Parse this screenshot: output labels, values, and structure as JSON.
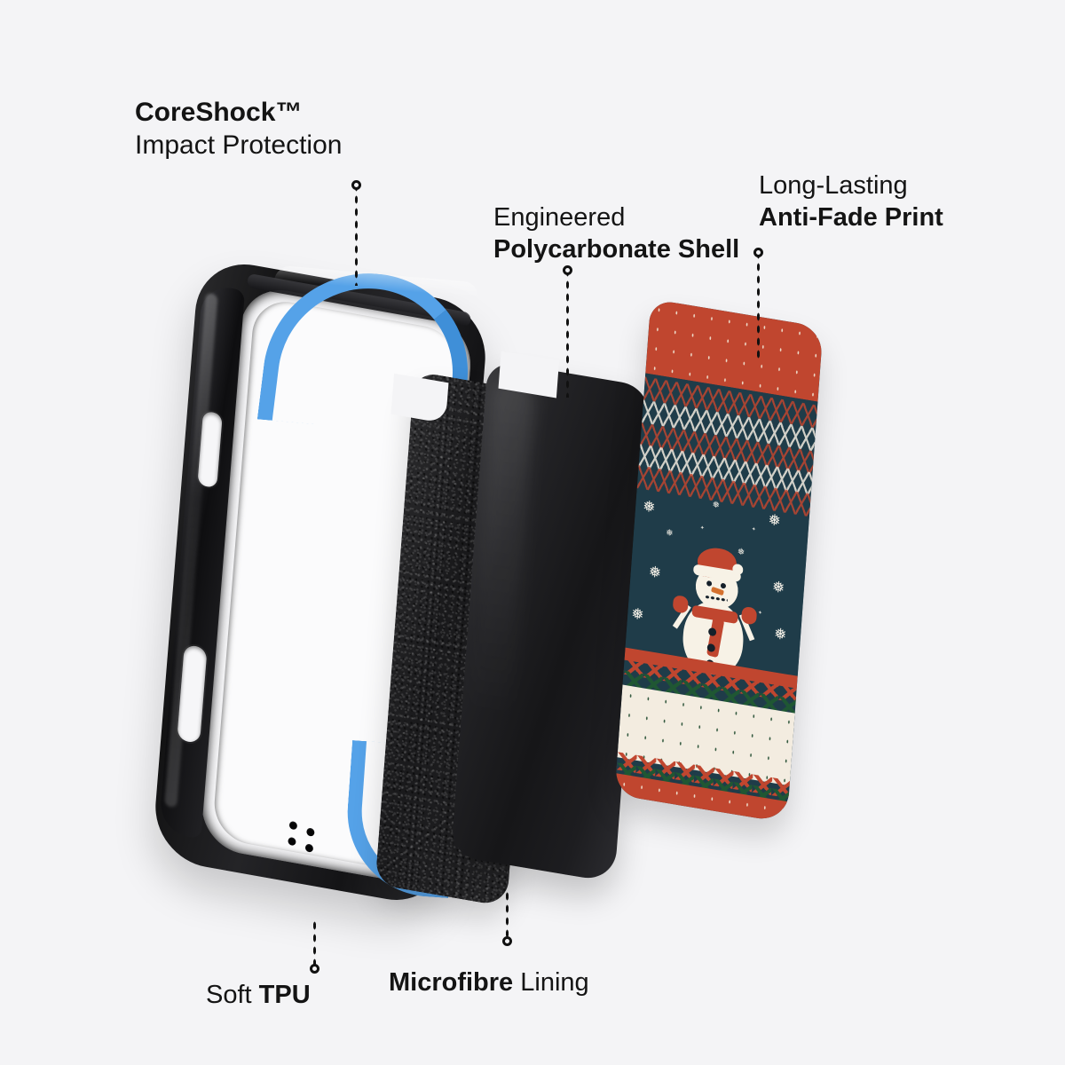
{
  "page": {
    "title": "Phone Case Exploded View Infographic",
    "background_color": "#f4f4f6"
  },
  "colors": {
    "text": "#141414",
    "tpu_blue": "#55a2e8",
    "case_black": "#1a1a1c",
    "print_red": "#c0462f",
    "print_teal": "#1f3c49",
    "print_cream": "#f3ece0",
    "print_green": "#1f5733"
  },
  "callouts": [
    {
      "id": "coreshock",
      "line1": "CoreShock™",
      "line1_weight": "bold",
      "line2": "Impact Protection",
      "line2_weight": "regular",
      "leader": "top-ring",
      "points_to": "tpu-bumper-strip"
    },
    {
      "id": "polycarbonate",
      "line1": "Engineered",
      "line1_weight": "regular",
      "line2": "Polycarbonate Shell",
      "line2_weight": "bold",
      "leader": "top-ring",
      "points_to": "polycarbonate-shell"
    },
    {
      "id": "antifade",
      "line1": "Long-Lasting",
      "line1_weight": "regular",
      "line2": "Anti-Fade Print",
      "line2_weight": "bold",
      "leader": "top-ring",
      "points_to": "printed-back-panel"
    },
    {
      "id": "tpu",
      "text_regular": "Soft ",
      "text_bold": "TPU",
      "leader": "bottom-ring",
      "points_to": "tpu-case-frame"
    },
    {
      "id": "microfibre",
      "text_bold": "Microfibre",
      "text_regular": " Lining",
      "leader": "bottom-ring",
      "points_to": "microfibre-lining"
    }
  ],
  "parts": [
    {
      "id": "tpu-case-frame",
      "name": "Soft TPU case frame with blue shock-absorbing bumper strips"
    },
    {
      "id": "microfibre-lining",
      "name": "Textured black microfibre lining panel"
    },
    {
      "id": "polycarbonate-shell",
      "name": "Smooth black polycarbonate shell with camera notch"
    },
    {
      "id": "printed-back-panel",
      "name": "Christmas snowman knit-sweater printed back panel"
    }
  ],
  "print_design": {
    "theme": "Christmas knitted sweater with snowman",
    "bands": [
      "red top band with cream stitch marks",
      "dark teal fair-isle band with red and cream stitching",
      "snowflake field with snowman motif",
      "red and green chevron rows",
      "cream band with green stitch marks",
      "red and green zigzag",
      "red bottom band with cream stitch marks"
    ],
    "motif": "Snowman with red Santa hat, carrot nose, red scarf and mittens"
  }
}
